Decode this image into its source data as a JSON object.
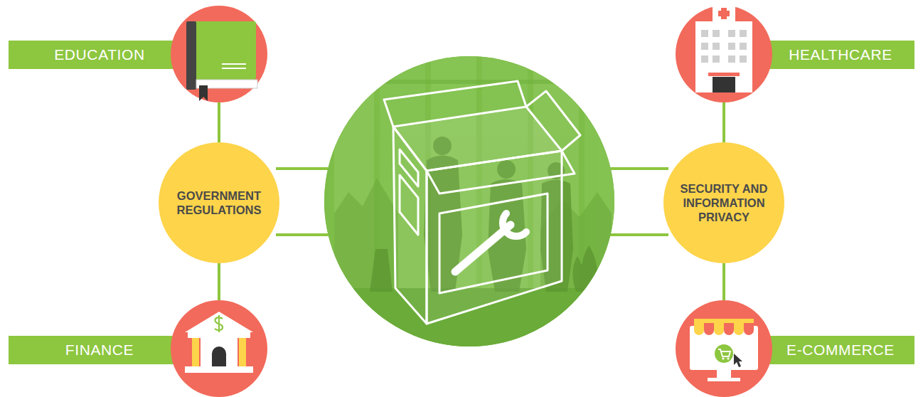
{
  "diagram": {
    "nodes": [
      {
        "text": [
          "EDUCATION"
        ]
      },
      {
        "text": [
          "HEALTHCARE"
        ]
      },
      {
        "text": [
          "GOVERNMENT REGULATIONS"
        ]
      },
      {
        "text": [
          "SECURITY AND INFORMATION PRIVACY"
        ]
      },
      {
        "text": [
          "FINANCE"
        ]
      },
      {
        "text": [
          "E-COMMERCE"
        ]
      }
    ],
    "edges": [
      {
        "from": 2,
        "to": 0,
        "arrow": "none"
      },
      {
        "from": 2,
        "to": 4,
        "arrow": "none"
      },
      {
        "from": 3,
        "to": 1,
        "arrow": "none"
      },
      {
        "from": 3,
        "to": 5,
        "arrow": "none"
      }
    ]
  }
}
